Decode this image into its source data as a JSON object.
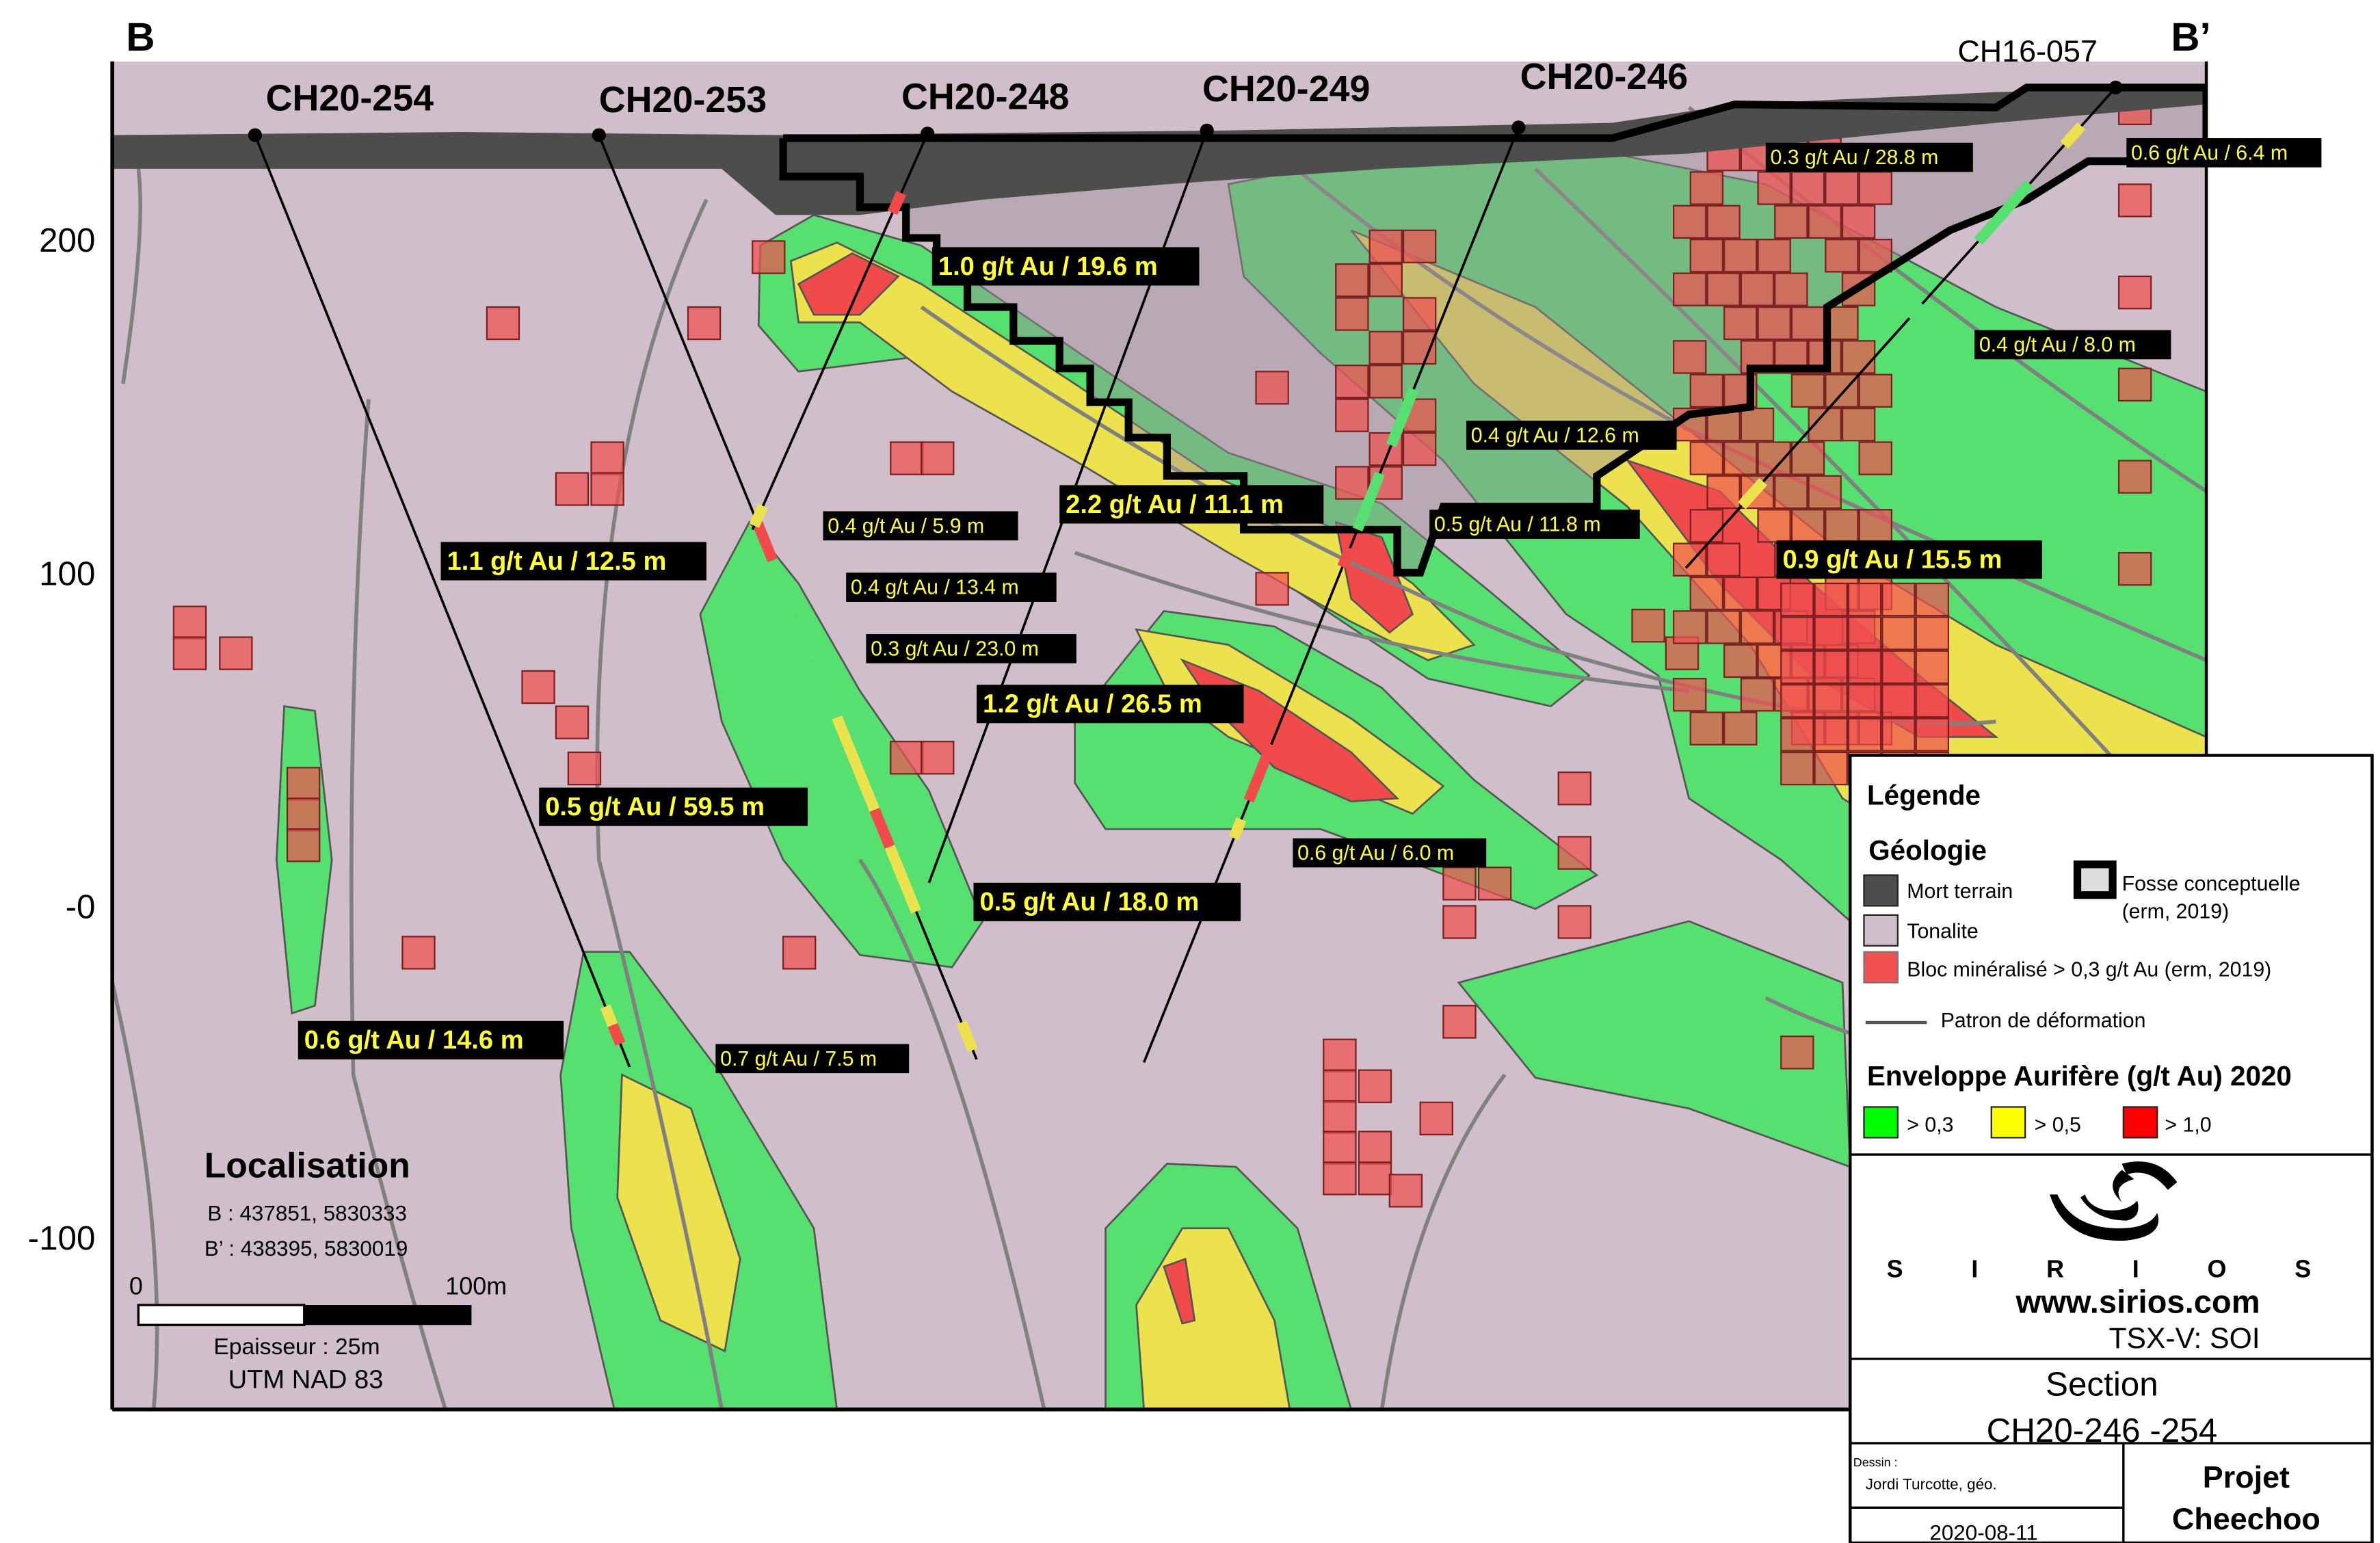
{
  "section_ends": {
    "left": "B",
    "right": "B’"
  },
  "drillholes": [
    "CH20-254",
    "CH20-253",
    "CH20-248",
    "CH20-249",
    "CH20-246",
    "CH16-057"
  ],
  "y_axis": {
    "ticks": [
      "200",
      "100",
      "-0",
      "-100"
    ]
  },
  "intervals_major": [
    "1.0 g/t Au / 19.6 m",
    "2.2 g/t Au / 11.1 m",
    "1.1 g/t Au / 12.5 m",
    "1.2 g/t Au / 26.5 m",
    "0.5 g/t Au / 59.5 m",
    "0.5 g/t Au / 18.0 m",
    "0.6 g/t Au / 14.6 m",
    "0.9 g/t Au / 15.5 m"
  ],
  "intervals_minor": [
    "0.4 g/t Au / 5.9 m",
    "0.4 g/t Au / 13.4 m",
    "0.3 g/t Au / 23.0 m",
    "0.6 g/t Au / 6.0 m",
    "0.7 g/t Au / 7.5 m",
    "0.4 g/t Au / 12.6 m",
    "0.5 g/t Au / 11.8 m",
    "0.3 g/t Au / 28.8 m",
    "0.6 g/t Au / 6.4 m",
    "0.4 g/t Au / 8.0 m"
  ],
  "localisation": {
    "title": "Localisation",
    "b": "B : 437851, 5830333",
    "b_prime": "B’ : 438395, 5830019",
    "scale_start": "0",
    "scale_end": "100m",
    "thickness": "Epaisseur : 25m",
    "datum": "UTM NAD 83"
  },
  "legend": {
    "title": "Légende",
    "geology_title": "Géologie",
    "overburden": "Mort terrain",
    "tonalite": "Tonalite",
    "block": "Bloc minéralisé > 0,3 g/t Au (erm, 2019)",
    "pit_line1": "Fosse conceptuelle",
    "pit_line2": "(erm, 2019)",
    "deformation": "Patron de déformation",
    "envelope_title": "Enveloppe Aurifère (g/t Au) 2020",
    "env_low": "> 0,3",
    "env_mid": "> 0,5",
    "env_high": "> 1,0",
    "colors": {
      "overburden": "#4d4d4d",
      "tonalite": "#d0bfca",
      "block": "#f05050",
      "env_low": "#00ff00",
      "env_mid": "#ffff00",
      "env_high": "#ff0000"
    }
  },
  "company": {
    "name": "S I R I O S",
    "website": "www.sirios.com",
    "ticker": "TSX-V: SOI"
  },
  "title_block": {
    "section_label": "Section",
    "section_name": "CH20-246 -254",
    "drawn_by_label": "Dessin :",
    "drawn_by": "Jordi Turcotte, géo.",
    "date": "2020-08-11",
    "project_line1": "Projet",
    "project_line2": "Cheechoo"
  }
}
